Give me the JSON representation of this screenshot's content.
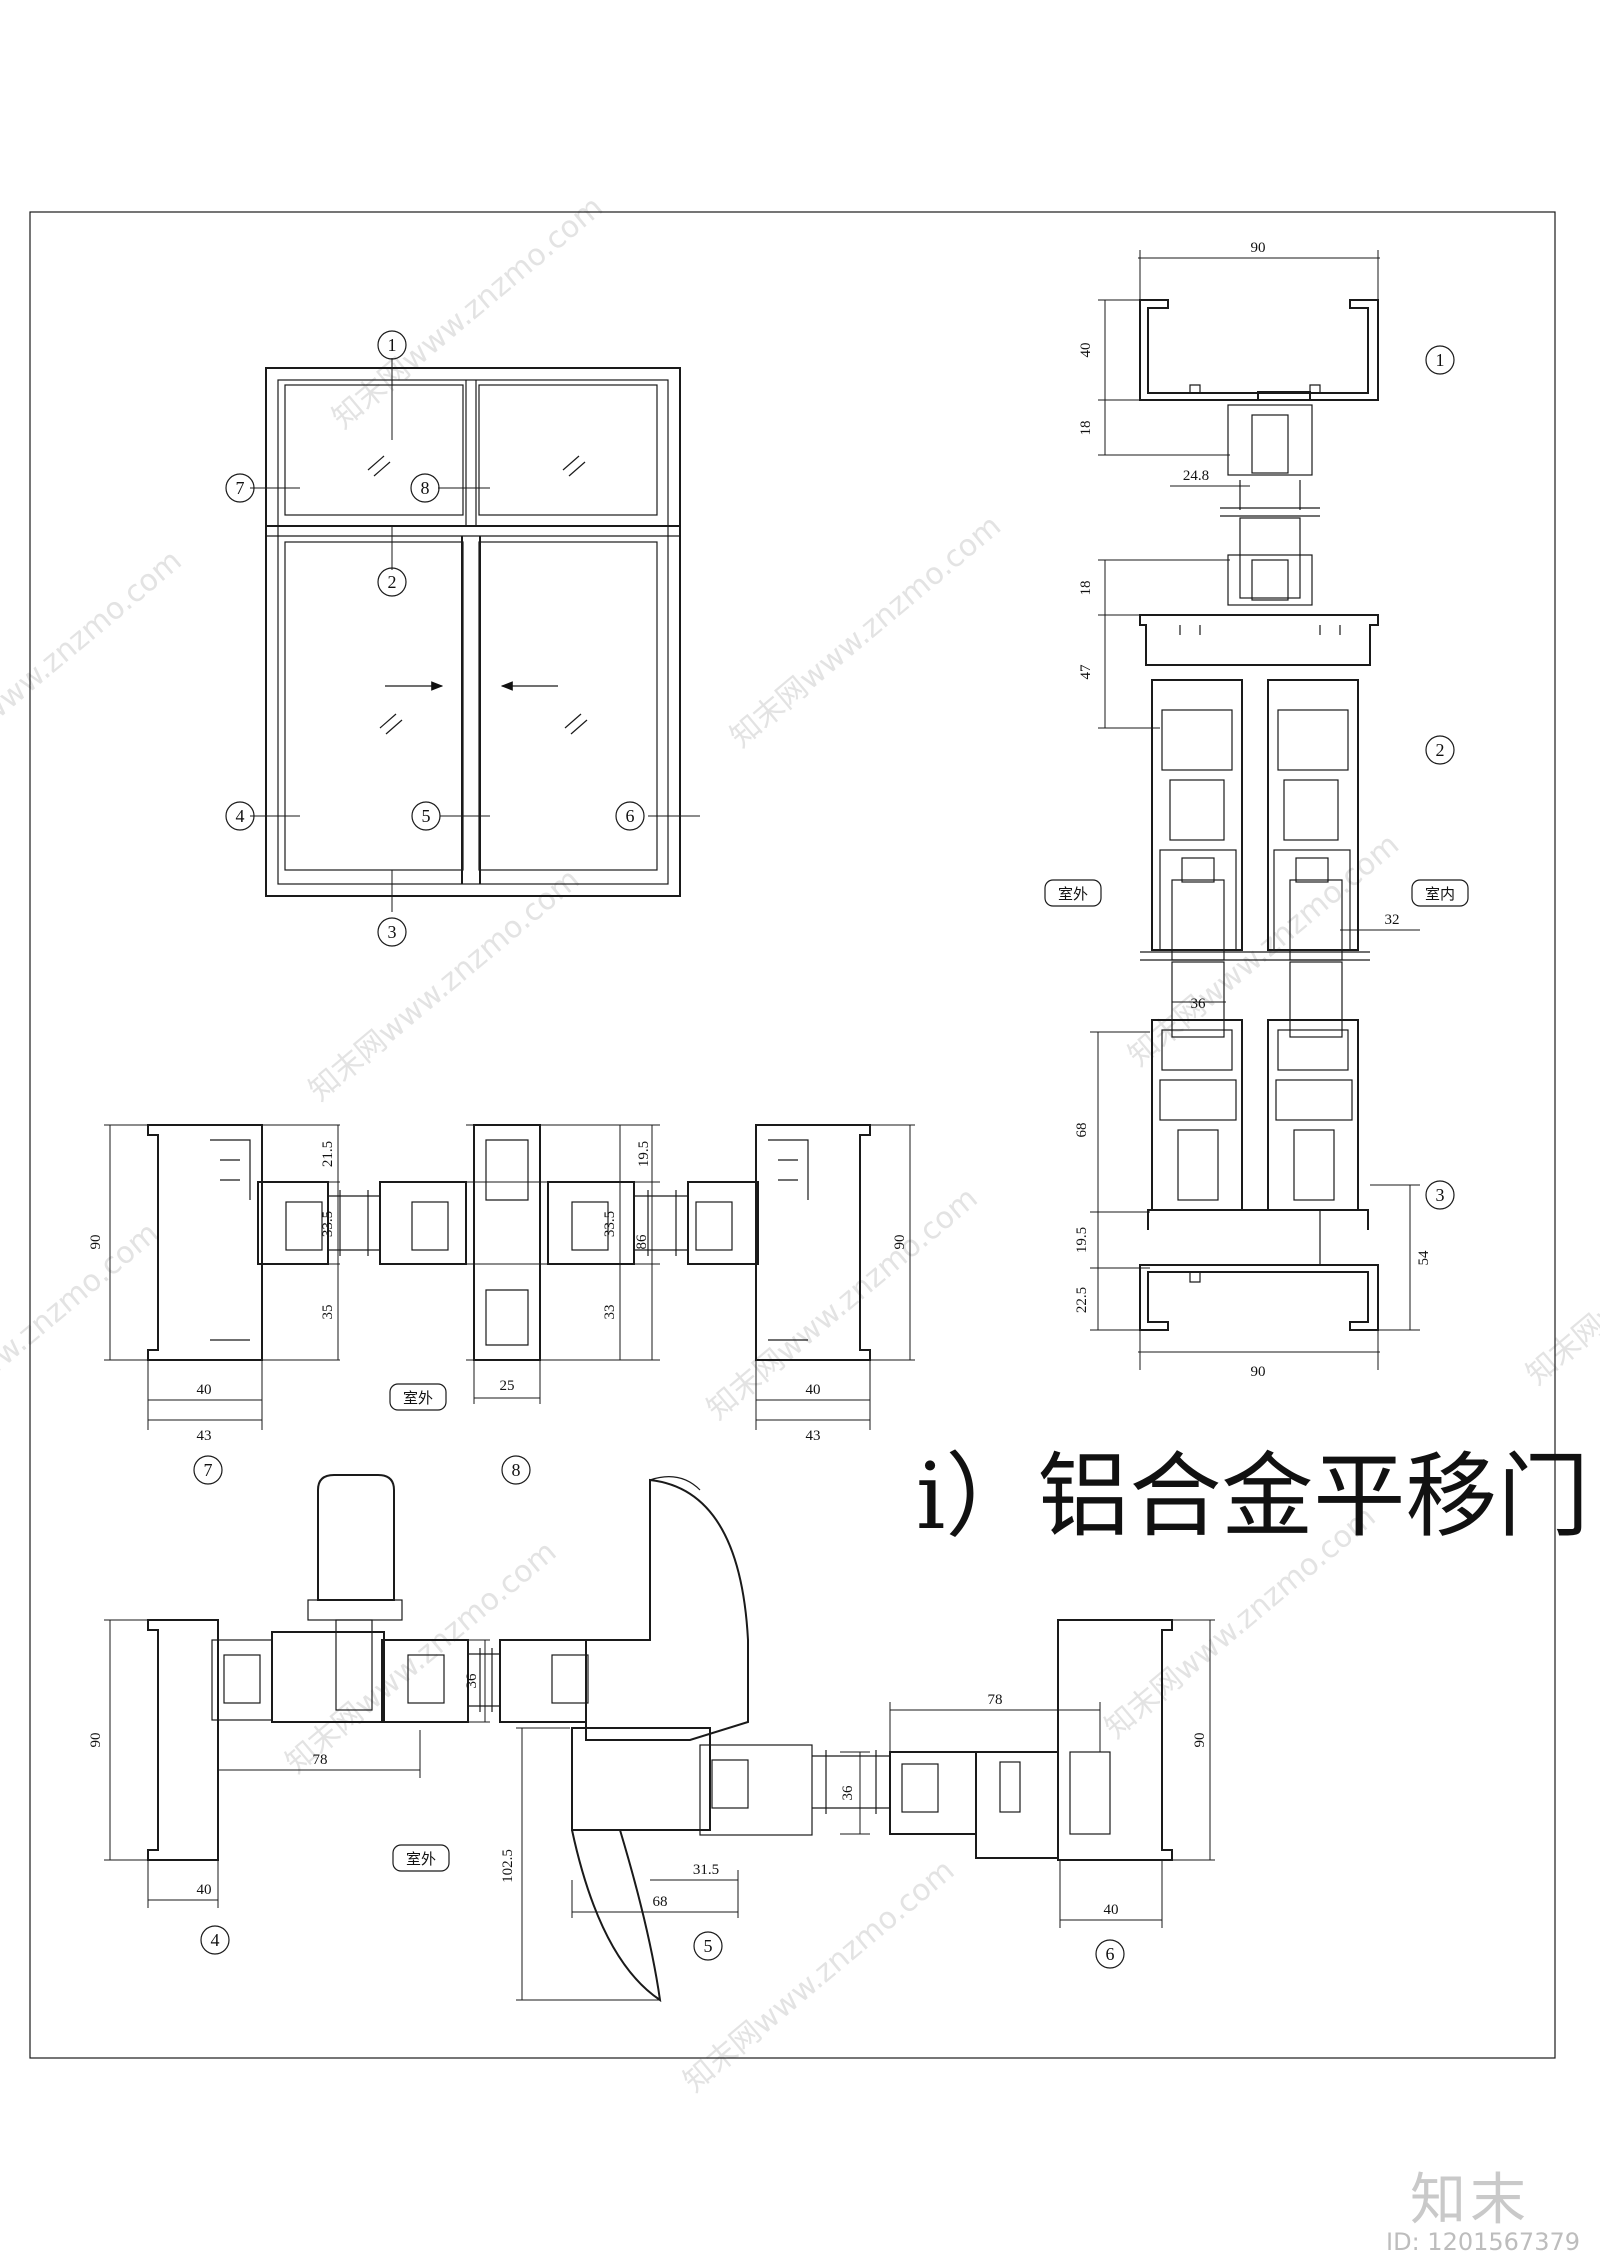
{
  "title": "i）铝合金平移门",
  "watermark": "知末网www.znzmo.com",
  "brand": "知末",
  "doc_id": "ID: 1201567379",
  "labels": {
    "outdoor": "室外",
    "indoor": "室内"
  },
  "callouts": [
    "1",
    "2",
    "3",
    "4",
    "5",
    "6",
    "7",
    "8"
  ],
  "dimensions": {
    "right_top_width": "90",
    "right_d40": "40",
    "right_d18a": "18",
    "right_d248": "24.8",
    "right_d18b": "18",
    "right_d47": "47",
    "right_d32": "32",
    "right_d36": "36",
    "right_d68": "68",
    "right_d195": "19.5",
    "right_d225": "22.5",
    "right_d54": "54",
    "right_bottom_width": "90",
    "mid_d90_left": "90",
    "mid_d215": "21.5",
    "mid_d335a": "33.5",
    "mid_d35": "35",
    "mid_d40_left": "40",
    "mid_d43_left": "43",
    "mid_d195": "19.5",
    "mid_d335b": "33.5",
    "mid_d86": "86",
    "mid_d33": "33",
    "mid_d25": "25",
    "mid_d40_right": "40",
    "mid_d43_right": "43",
    "mid_d90_right": "90",
    "bot_d90_left": "90",
    "bot_d36a": "36",
    "bot_d78a": "78",
    "bot_d40_left": "40",
    "bot_d1025": "102.5",
    "bot_d315": "31.5",
    "bot_d68": "68",
    "bot_d36b": "36",
    "bot_d78b": "78",
    "bot_d90_right": "90",
    "bot_d40_right": "40"
  }
}
